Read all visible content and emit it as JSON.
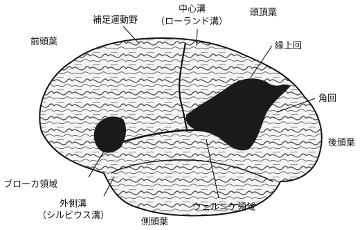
{
  "labels": {
    "supplementary_motor": "補足運動野",
    "central_sulcus_1": "中心溝",
    "central_sulcus_2": "（ローランド溝）",
    "parietal_lobe": "頭頂葉",
    "frontal_lobe": "前頭葉",
    "supramarginal_gyrus": "縁上回",
    "angular_gyrus": "角回",
    "occipital_lobe": "後頭葉",
    "broca_area": "ブローカ領域",
    "lateral_sulcus_1": "外側溝",
    "lateral_sulcus_2": "（シルビウス溝）",
    "wernicke_area": "ウェルニケ領域",
    "temporal_lobe": "側頭葉"
  },
  "colors": {
    "ink": "#111111",
    "brain_fill": "#f4f4f4",
    "highlight": "#1a1a1a"
  }
}
